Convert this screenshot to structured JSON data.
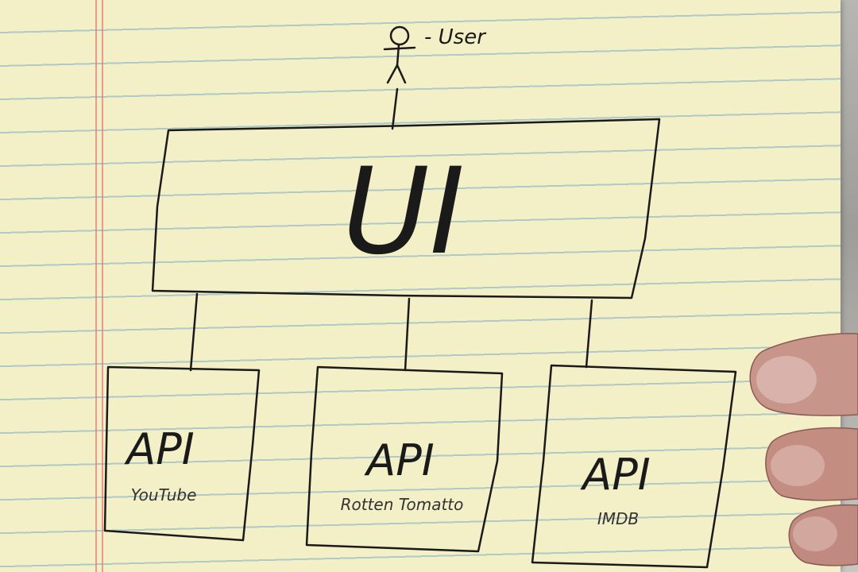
{
  "user_label": "- User",
  "ui_box": {
    "label": "UI"
  },
  "api_boxes": [
    {
      "label": "API",
      "sublabel": "YouTube"
    },
    {
      "label": "API",
      "sublabel": "Rotten Tomatto"
    },
    {
      "label": "API",
      "sublabel": "IMDB"
    }
  ],
  "colors": {
    "paper": "#f3efc6",
    "ink": "#1a1a1a",
    "rule": "#78aac8",
    "margin": "#e17878"
  }
}
